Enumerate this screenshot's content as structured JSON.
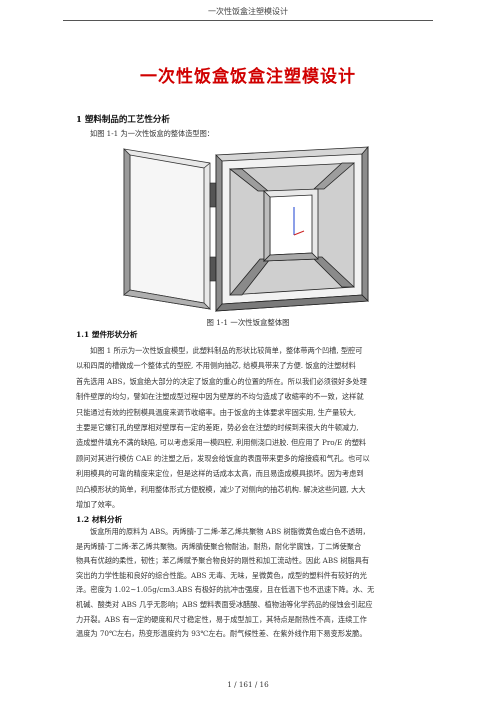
{
  "header": {
    "running_title": "一次性饭盒注塑模设计"
  },
  "document": {
    "title": "一次性饭盒饭盒注塑模设计",
    "section1": {
      "heading": "1  塑料制品的工艺性分析",
      "intro": "如图 1-1 为一次性饭盒的整体造型图：",
      "figure_caption": "图 1-1    一次性饭盒整体图"
    },
    "section1_1": {
      "heading": "1.1  塑件形状分析",
      "lines": [
        "如图 1 所示为一次性饭盒模型，此塑料制品的形状比较简单，整体带两个凹槽, 型腔可",
        "以和四周的槽做成一个整体式的型腔, 不用侧向抽芯, 给模具带来了方便. 饭盒的注塑材料",
        "首先选用 ABS，饭盒绝大部分的决定了饭盒的重心的位置的所在。所以我们必须很好多处理",
        "制件壁厚的均匀，譬如在注塑成型过程中因为壁厚的不均匀造成了收缩率的不一致，这样就",
        "只能通过有效的控制模具温度来调节收缩率。由于饭盒的主体要求牢固实用, 生产量较大,",
        "主要是它螺钉孔的壁厚相对壁厚有一定的差距，势必会在注塑的时候到来很大的牛顿减力,",
        "造成塑件填充不满的缺陷, 可以考虑采用一模四腔, 利用侧浇口进胶. 但应用了 Pro/E 的塑料",
        "顾问对其进行模仿 CAE 的注塑之后，发现会给饭盒的表面带来更多的熔接痕和气孔。也可以",
        "利用模具的可靠的精度来定位，但是这样的话成本太高，而且易造成模具损坏。因为考虑到",
        "凹凸模形状的简单，利用整体形式方便脱模，减少了对侧向的抽芯机构. 解决这些问题, 大大",
        "增加了效率。"
      ]
    },
    "section1_2": {
      "heading": "1.2  材料分析",
      "lines": [
        "饭盒所用的原料为 ABS。丙烯腈-丁二烯-苯乙烯共聚物 ABS 树脂微黄色或白色不透明，",
        "是丙烯腈-丁二烯-苯乙烯共聚物。丙烯腈使聚合物耐油，耐热，耐化学腐蚀，丁二烯使聚合",
        "物具有优越的柔性，韧性；苯乙烯赋予聚合物良好的刚性和加工流动性。因此 ABS 树脂具有",
        "突出的力学性能和良好的综合性能。ABS 无毒、无味，呈微黄色，成型的塑料件有较好的光",
        "泽。密度为 1.02~1.05g/cm3.ABS 有极好的抗冲击强度，且在低温下也不迅速下降。水、无",
        "机碱、酸类对 ABS 几乎无影响；ABS 塑料表面受冰醋酸、植物油等化学药品的侵蚀会引起应",
        "力开裂。ABS 有一定的硬度和尺寸稳定性，易于成型加工，其特点是耐热性不高，连续工作",
        "温度为 70℃左右，热变形温度约为 93℃左右。耐气候性差、在紫外线作用下易变形发脆。"
      ]
    }
  },
  "footer": {
    "page_number": "1 / 161 / 16"
  }
}
